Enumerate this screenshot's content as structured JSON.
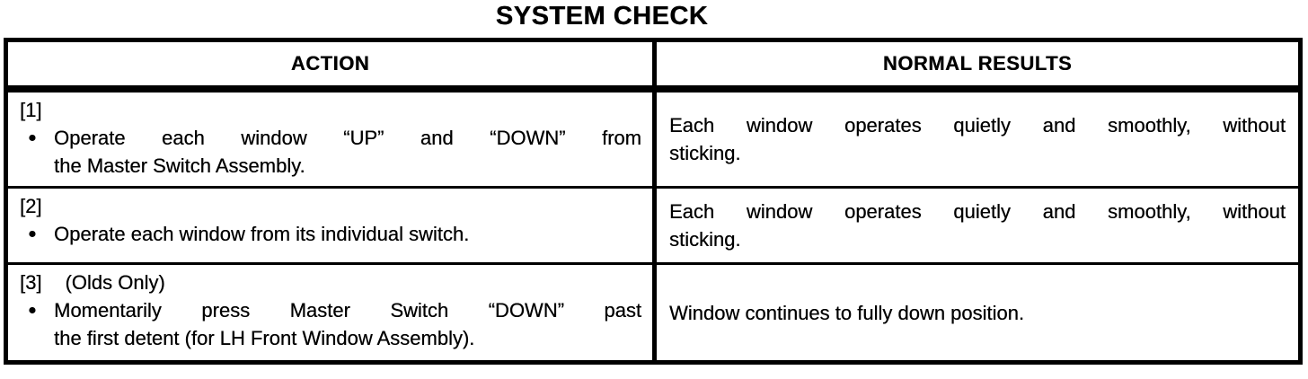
{
  "title": "SYSTEM CHECK",
  "table": {
    "bullet_glyph": "●",
    "header": {
      "action": "ACTION",
      "results": "NORMAL RESULTS"
    },
    "rows": [
      {
        "label": "[1]",
        "note": "",
        "action_lines": [
          "Operate each window “UP” and “DOWN” from",
          "the Master Switch Assembly."
        ],
        "result_lines": [
          "Each window operates quietly and smoothly, without",
          "sticking."
        ]
      },
      {
        "label": "[2]",
        "note": "",
        "action_lines": [
          "Operate each window from its individual switch."
        ],
        "result_lines": [
          "Each window operates quietly and smoothly, without",
          "sticking."
        ]
      },
      {
        "label": "[3]",
        "note": "(Olds Only)",
        "action_lines": [
          "Momentarily press Master Switch “DOWN” past",
          "the first detent (for LH Front Window Assembly)."
        ],
        "result_lines": [
          "Window continues to fully down position."
        ]
      }
    ]
  }
}
